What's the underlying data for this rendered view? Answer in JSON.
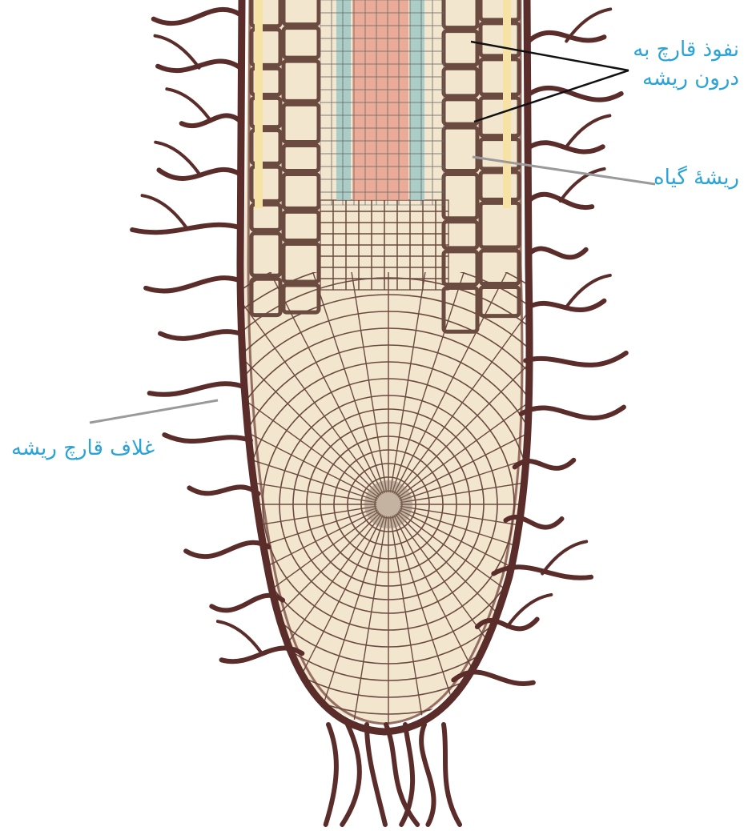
{
  "labels": {
    "fungal_penetration_line1": "نفوذ قارچ به",
    "fungal_penetration_line2": "درون ریشه",
    "plant_root": "ریشهٔ گیاه",
    "fungal_root_sheath": "غلاف قارچ ریشه"
  },
  "colors": {
    "label_text": "#2aa3d8",
    "leader_line": "#9a9a9a",
    "pointer_black": "#111111",
    "fungal_hypha": "#5b2d2a",
    "root_cell_fill": "#f3e6cf",
    "cell_wall": "#6b4a40",
    "vascular_blue": "#9fc8c6",
    "vascular_red": "#e7a08e",
    "pericycle_yellow": "#f6e2a4"
  }
}
